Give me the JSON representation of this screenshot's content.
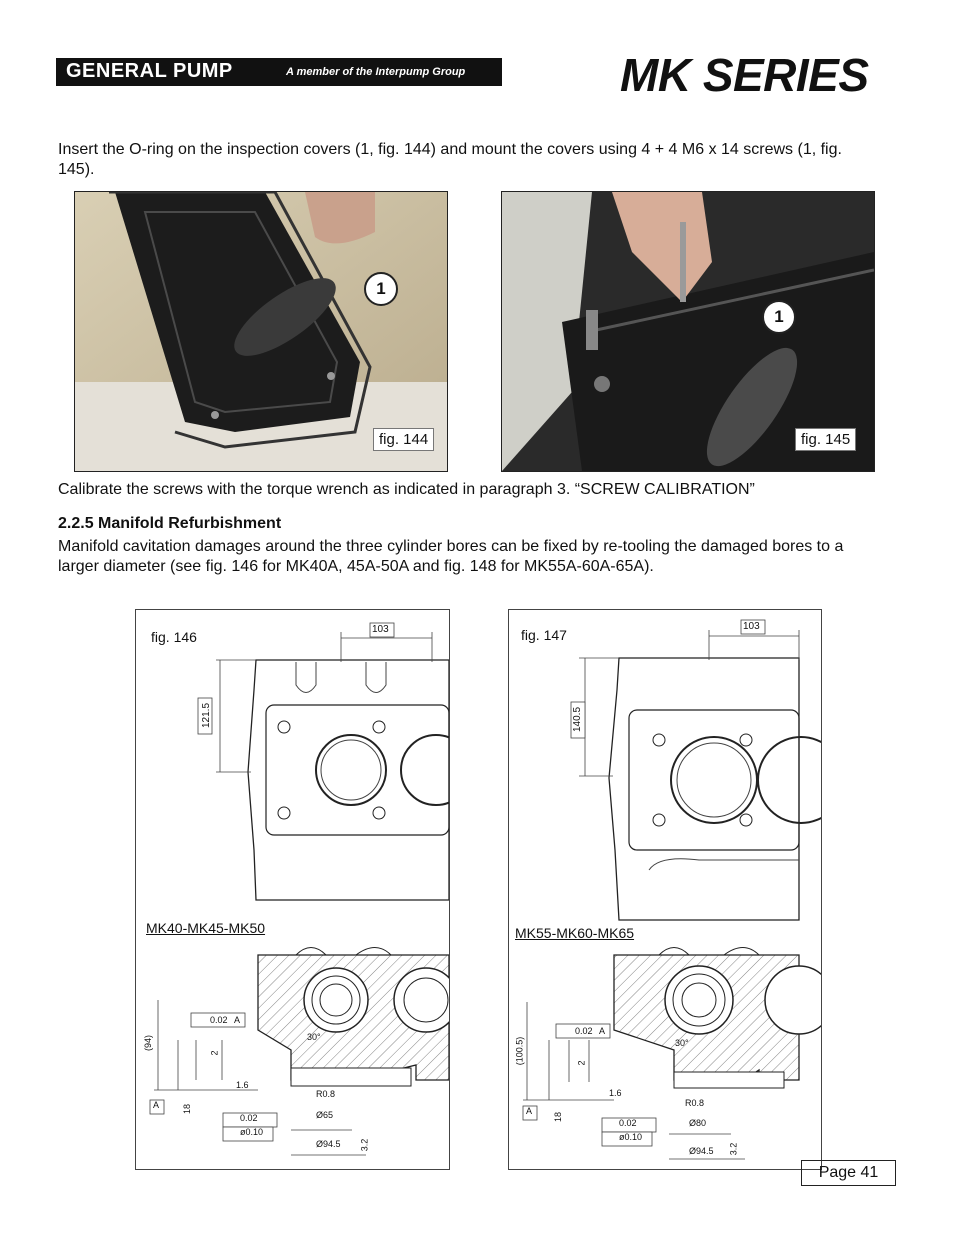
{
  "header": {
    "brand": "GENERAL PUMP",
    "tagline": "A member of the Interpump Group",
    "series_title": "MK SERIES"
  },
  "intro_text": "Insert the O-ring on the inspection covers (1, fig. 144) and mount the covers using 4 + 4 M6 x 14 screws (1, fig. 145).",
  "photos": [
    {
      "caption": "fig. 144",
      "callout": "1"
    },
    {
      "caption": "fig. 145",
      "callout": "1"
    }
  ],
  "calibrate_text": "Calibrate the screws with the torque wrench as indicated in paragraph 3. “SCREW CALIBRATION”",
  "section": {
    "heading": "2.2.5 Manifold Refurbishment",
    "body": "Manifold cavitation damages around the three cylinder bores can be fixed by re-tooling the damaged bores to a larger diameter (see fig. 146 for MK40A, 45A-50A and fig. 148 for MK55A-60A-65A)."
  },
  "drawings": [
    {
      "caption": "fig. 146",
      "model_label": "MK40-MK45-MK50",
      "dims": {
        "top_width": "103",
        "height": "121.5",
        "side": "(94)",
        "depth": "2",
        "flat": "0.02",
        "perp": "0.02",
        "pos": "ø0.10",
        "fillet": "R0.8",
        "finish": "1.6",
        "angle": "30°",
        "bore": "Ø65",
        "outer": "Ø94.5",
        "chamfer": "3.2",
        "base": "18",
        "datum": "A"
      }
    },
    {
      "caption": "fig. 147",
      "model_label": "MK55-MK60-MK65",
      "dims": {
        "top_width": "103",
        "height": "140.5",
        "side": "(100.5)",
        "depth": "2",
        "flat": "0.02",
        "perp": "0.02",
        "pos": "ø0.10",
        "fillet": "R0.8",
        "finish": "1.6",
        "angle": "30°",
        "bore": "Ø80",
        "outer": "Ø94.5",
        "chamfer": "3.2",
        "base": "18",
        "datum": "A"
      }
    }
  ],
  "footer": {
    "page": "Page 41"
  }
}
